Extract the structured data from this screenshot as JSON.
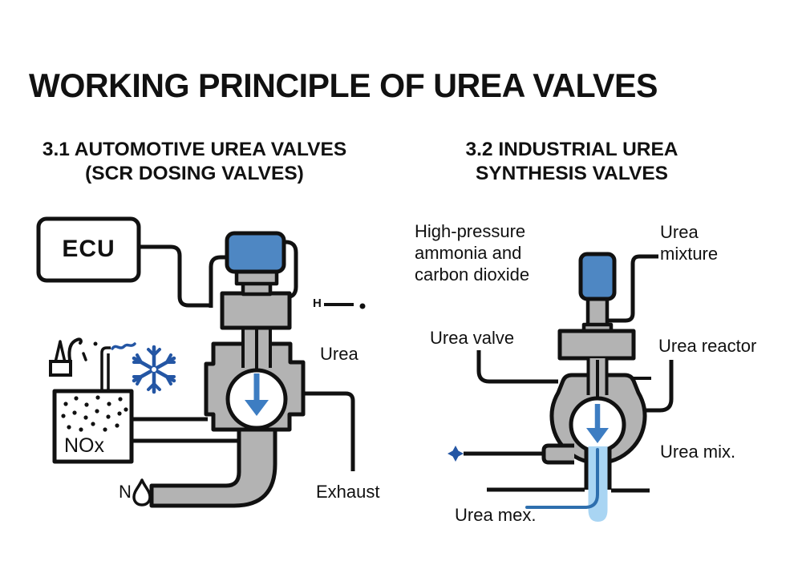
{
  "title": "WORKING PRINCIPLE OF UREA VALVES",
  "colors": {
    "accent_blue": "#4E87C3",
    "arrow_blue": "#3D7DC2",
    "dark_blue": "#2456A4",
    "stream_light_blue": "#A9D5F3",
    "stream_line_blue": "#2E6FAE",
    "metal_gray": "#B3B3B3",
    "outline_black": "#111111"
  },
  "sections": {
    "automotive": {
      "heading_lines": [
        "3.1 AUTOMOTIVE UREA VALVES",
        "(SCR DOSING VALVES)"
      ],
      "labels": {
        "ecu": "ECU",
        "heater": "H",
        "urea": "Urea",
        "exhaust": "Exhaust",
        "nox": "NOx",
        "n_gas": "N"
      },
      "icons": [
        "injector-icon",
        "temperature-probe-icon",
        "snowflake-icon",
        "droplet-icon",
        "down-arrow-icon"
      ]
    },
    "industrial": {
      "heading_lines": [
        "3.2 INDUSTRIAL UREA",
        "SYNTHESIS VALVES"
      ],
      "labels": {
        "feed": "High-pressure ammonia and carbon dioxide",
        "urea_mixture": "Urea mixture",
        "urea_valve": "Urea valve",
        "urea_reactor": "Urea reactor",
        "urea_mix": "Urea mix.",
        "urea_mex": "Urea mex."
      },
      "icons": [
        "sparkle-icon",
        "down-arrow-icon"
      ]
    }
  }
}
